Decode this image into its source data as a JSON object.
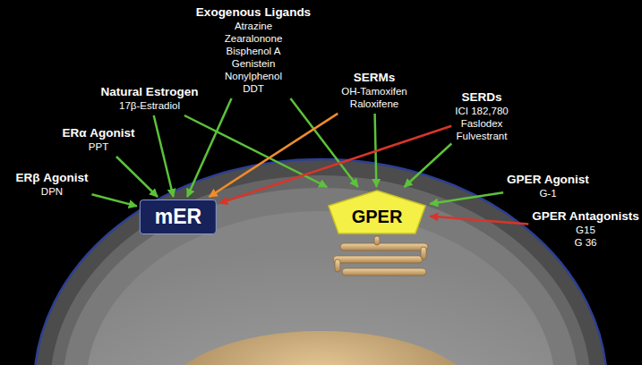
{
  "diagram": {
    "nodes": [
      {
        "text": [
          "Exogenous Ligands",
          "Atrazine",
          "Zearalonone",
          "Bisphenol A",
          "Genistein",
          "Nonylphenol",
          "DDT"
        ]
      },
      {
        "text": [
          "SERMs",
          "OH-Tamoxifen",
          "Raloxifene"
        ]
      },
      {
        "text": [
          "SERDs",
          "ICI 182,780",
          "Faslodex",
          "Fulvestrant"
        ]
      },
      {
        "text": [
          "Natural Estrogen",
          "17β-Estradiol"
        ]
      },
      {
        "text": [
          "ERα Agonist",
          "PPT"
        ]
      },
      {
        "text": [
          "GPER Agonist",
          "G-1"
        ]
      },
      {
        "text": [
          "ERβ Agonist",
          "DPN"
        ]
      },
      {
        "text": [
          "GPER Antagonists",
          "G15",
          "G 36"
        ]
      },
      {
        "text": [
          "mER"
        ]
      },
      {
        "text": [
          "GPER"
        ]
      }
    ],
    "edges": [
      {
        "from": 6,
        "to": 8,
        "arrow": "to"
      },
      {
        "from": 4,
        "to": 8,
        "arrow": "to"
      },
      {
        "from": 3,
        "to": 8,
        "arrow": "to"
      },
      {
        "from": 3,
        "to": 9,
        "arrow": "to"
      },
      {
        "from": 0,
        "to": 8,
        "arrow": "to"
      },
      {
        "from": 0,
        "to": 9,
        "arrow": "to"
      },
      {
        "from": 1,
        "to": 8,
        "arrow": "to"
      },
      {
        "from": 1,
        "to": 9,
        "arrow": "to"
      },
      {
        "from": 2,
        "to": 8,
        "arrow": "to"
      },
      {
        "from": 2,
        "to": 9,
        "arrow": "to"
      },
      {
        "from": 5,
        "to": 9,
        "arrow": "to"
      },
      {
        "from": 7,
        "to": 9,
        "arrow": "to"
      }
    ]
  }
}
